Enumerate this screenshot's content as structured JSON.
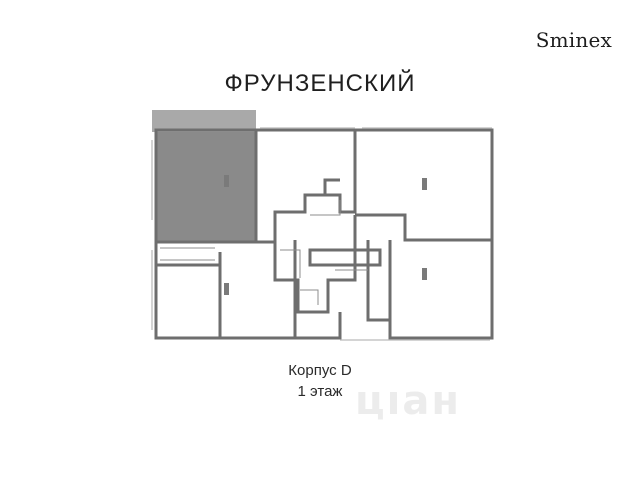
{
  "brand": "Sminex",
  "title": "ФРУНЗЕНСКИЙ",
  "building": "Корпус D",
  "floor": "1 этаж",
  "watermark": "цıан",
  "colors": {
    "wall": "#6f6f6f",
    "selected_unit": "#8a8a8a",
    "window": "#d9d9d9",
    "background": "#ffffff"
  }
}
